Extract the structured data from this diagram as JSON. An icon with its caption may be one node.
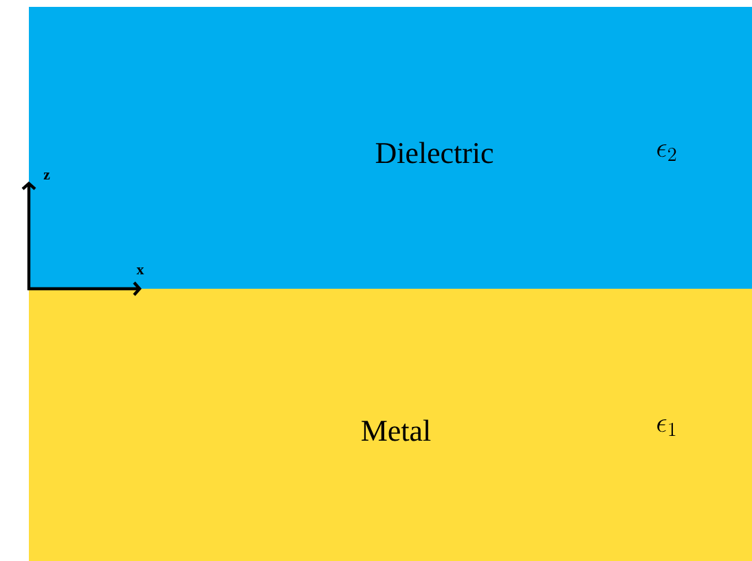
{
  "diagram": {
    "nodes": [
      {
        "text": [
          "Dielectric",
          "\\epsilon_2"
        ]
      },
      {
        "text": [
          "Metal",
          "\\epsilon_1"
        ]
      }
    ],
    "labels": [
      "z",
      "x"
    ]
  }
}
